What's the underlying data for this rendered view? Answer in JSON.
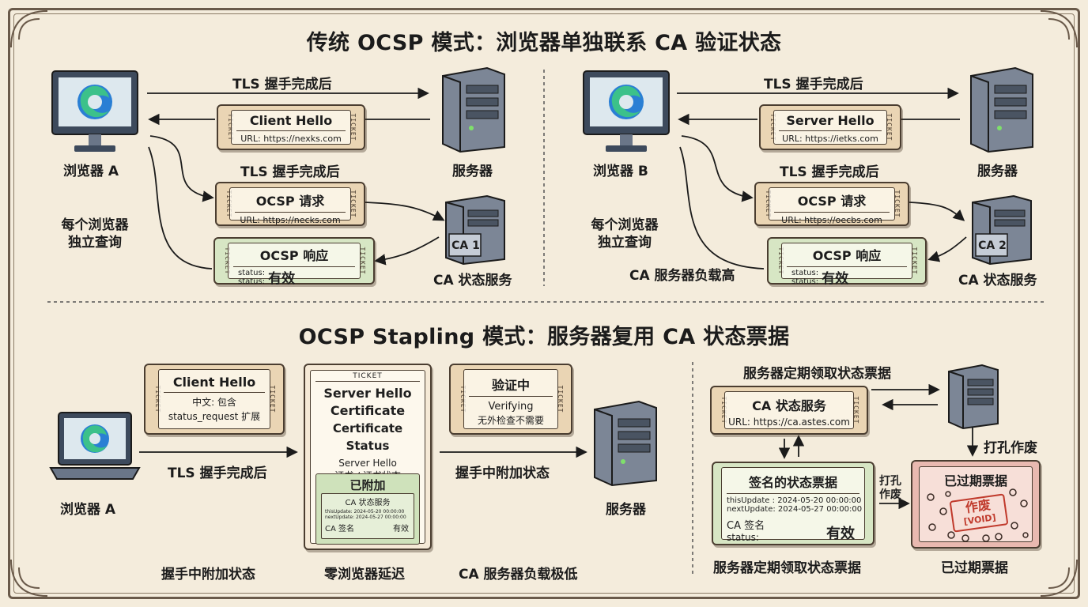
{
  "top": {
    "title": "传统 OCSP 模式：浏览器单独联系 CA 验证状态",
    "left": {
      "browser_label": "浏览器 A",
      "server_label": "服务器",
      "handshake_top": "TLS 握手完成后",
      "handshake_mid": "TLS 握手完成后",
      "note_line1": "每个浏览器",
      "note_line2": "独立查询",
      "client_hello": {
        "title": "Client Hello",
        "url": "URL: https://nexks.com"
      },
      "ocsp_request": {
        "title": "OCSP 请求",
        "url": "URL: https://necks.com"
      },
      "ocsp_response": {
        "title": "OCSP 响应",
        "status1": "status:",
        "status2": "status:",
        "value": "有效"
      },
      "ca_label": "CA 1",
      "ca_caption": "CA 状态服务"
    },
    "right": {
      "browser_label": "浏览器 B",
      "server_label": "服务器",
      "handshake_top": "TLS 握手完成后",
      "handshake_mid": "TLS 握手完成后",
      "note_line1": "每个浏览器",
      "note_line2": "独立查询",
      "load_note": "CA 服务器负载高",
      "server_hello": {
        "title": "Server Hello",
        "url": "URL: https://ietks.com"
      },
      "ocsp_request": {
        "title": "OCSP 请求",
        "url": "URL: https://oecbs.com"
      },
      "ocsp_response": {
        "title": "OCSP 响应",
        "status1": "status:",
        "status2": "status:",
        "value": "有效"
      },
      "ca_label": "CA 2",
      "ca_caption": "CA 状态服务"
    }
  },
  "bottom": {
    "title": "OCSP Stapling 模式：服务器复用 CA 状态票据",
    "browser_label": "浏览器 A",
    "server_label": "服务器",
    "handshake": "TLS 握手完成后",
    "attach_label": "握手中附加状态",
    "client_hello": {
      "title": "Client Hello",
      "line1": "中文: 包含",
      "line2": "status_request 扩展"
    },
    "big_ticket": {
      "tag": "TICKET",
      "line1": "Server Hello",
      "line2": "Certificate",
      "line3": "Certificate Status",
      "sub1": "Server Hello",
      "sub2": "证书 / 证书状态",
      "attached": "已附加",
      "mini_title": "CA 状态服务",
      "mini_row1": "thisUpdate: 2024-05-20 00:00:00",
      "mini_row2": "nextUpdate: 2024-05-27 00:00:00",
      "mini_left": "CA 签名",
      "mini_right": "有效"
    },
    "verifying": {
      "title": "验证中",
      "line1": "Verifying",
      "line2": "无外检查不需要"
    },
    "caption_left": "握手中附加状态",
    "caption_mid": "零浏览器延迟",
    "caption_right": "CA 服务器负载极低",
    "right": {
      "fetch_title": "服务器定期领取状态票据",
      "ca_service": {
        "title": "CA 状态服务",
        "url": "URL: https://ca.astes.com"
      },
      "punch_label": "打孔作废",
      "signed": {
        "title": "签名的状态票据",
        "row1": "thisUpdate : 2024-05-20 00:00:00",
        "row2": "nextUpdate: 2024-05-27 00:00:00",
        "sig": "CA 签名",
        "status": "status:",
        "value": "有效"
      },
      "punch_small_1": "打孔",
      "punch_small_2": "作废",
      "expired": {
        "title": "已过期票据",
        "stamp1": "作废",
        "stamp2": "[VOID]"
      },
      "caption_left": "服务器定期领取状态票据",
      "caption_right": "已过期票据"
    }
  }
}
